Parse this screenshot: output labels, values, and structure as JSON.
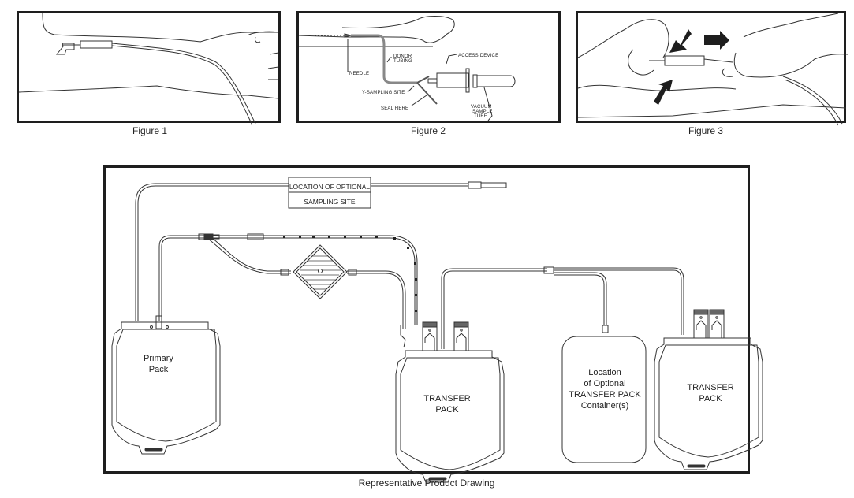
{
  "figures": [
    {
      "caption": "Figure 1",
      "description": "Arm with needle inserted and donor tubing taped"
    },
    {
      "caption": "Figure 2",
      "description": "Sampling setup",
      "labels": {
        "needle": "NEEDLE",
        "donor_tubing_1": "DONOR",
        "donor_tubing_2": "TUBING",
        "access_device": "ACCESS DEVICE",
        "y_sampling_site": "Y-SAMPLING SITE",
        "seal_here": "SEAL HERE",
        "vacuum_1": "VACUUM",
        "vacuum_2": "SAMPLE",
        "vacuum_3": "TUBE"
      }
    },
    {
      "caption": "Figure 3",
      "description": "Hands removing needle with needle guard, arrows indicating direction"
    }
  ],
  "product_drawing": {
    "caption": "Representative Product Drawing",
    "sampling_site_label_1": "LOCATION OF OPTIONAL",
    "sampling_site_label_2": "SAMPLING SITE",
    "primary_pack_1": "Primary",
    "primary_pack_2": "Pack",
    "transfer_pack_a_1": "TRANSFER",
    "transfer_pack_a_2": "PACK",
    "optional_container_1": "Location",
    "optional_container_2": "of Optional",
    "optional_container_3": "TRANSFER PACK",
    "optional_container_4": "Container(s)",
    "transfer_pack_b_1": "TRANSFER",
    "transfer_pack_b_2": "PACK"
  }
}
